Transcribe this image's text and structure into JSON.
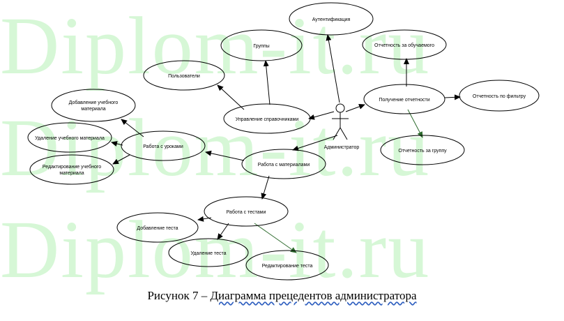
{
  "watermark": [
    "Diplom-it.ru",
    "Diplom-it.ru",
    "Diplom-it.ru"
  ],
  "caption": {
    "prefix": "Рисунок 7 – ",
    "title": "Диаграмма прецедентов администратора"
  },
  "actor": "Администратор",
  "use_cases": {
    "auth": "Аутентификация",
    "groups": "Группы",
    "users": "Пользователи",
    "manage_refs": "Управление справочниками",
    "get_reports": "Получение отчетности",
    "report_student": "Отчетность за обучаемого",
    "report_filter": "Отчетность по фильтру",
    "report_group": "Отчетность за группу",
    "work_materials": "Работа с материалами",
    "work_lessons": "Работа с уроками",
    "add_material": [
      "Добавление учебного",
      "материала"
    ],
    "delete_material": "Удаление учебного материала",
    "edit_material": [
      "Редактирование учебного",
      "материала"
    ],
    "work_tests": "Работа с тестами",
    "add_test": "Добавление теста",
    "delete_test": "Удаление теста",
    "edit_test": "Редактирование теста"
  }
}
